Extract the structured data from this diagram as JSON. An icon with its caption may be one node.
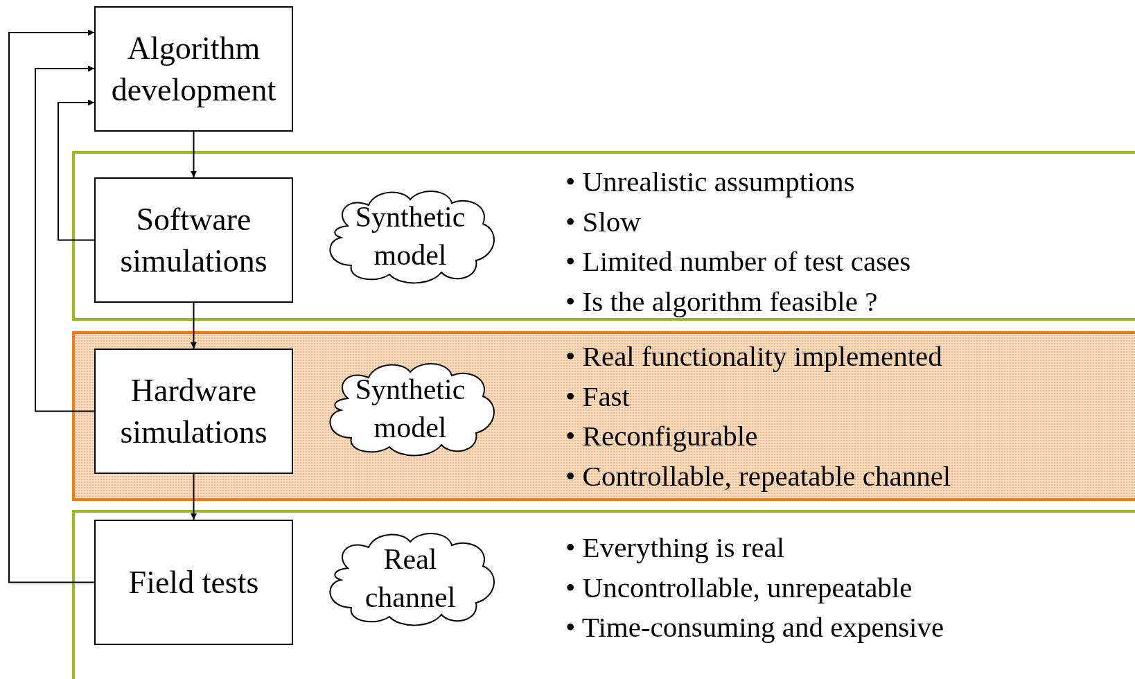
{
  "diagram": {
    "nodes": [
      {
        "text": [
          "Algorithm development"
        ]
      },
      {
        "text": [
          "• Unrealistic assumptions",
          "• Slow",
          "• Limited number of test cases",
          "• Is the algorithm feasible ?"
        ]
      },
      {
        "text": [
          "Software simulations"
        ],
        "in": 1
      },
      {
        "text": [
          "Synthetic model"
        ],
        "in": 1
      },
      {
        "text": [
          "• Real functionality implemented",
          "• Fast",
          "• Reconfigurable",
          "• Controllable, repeatable channel"
        ]
      },
      {
        "text": [
          "Hardware simulations"
        ],
        "in": 4
      },
      {
        "text": [
          "Synthetic model"
        ],
        "in": 4
      },
      {
        "text": [
          "• Everything is real",
          "• Uncontrollable, unrepeatable",
          "• Time-consuming and expensive"
        ]
      },
      {
        "text": [
          "Field tests"
        ],
        "in": 7
      },
      {
        "text": [
          "Real channel"
        ],
        "in": 7
      }
    ],
    "edges": [
      {
        "from": 0,
        "to": 2,
        "arrow": "to"
      },
      {
        "from": 2,
        "to": 5,
        "arrow": "to"
      },
      {
        "from": 5,
        "to": 8,
        "arrow": "to"
      },
      {
        "from": 2,
        "to": 0,
        "arrow": "to"
      },
      {
        "from": 5,
        "to": 0,
        "arrow": "to"
      },
      {
        "from": 8,
        "to": 0,
        "arrow": "to"
      }
    ]
  }
}
